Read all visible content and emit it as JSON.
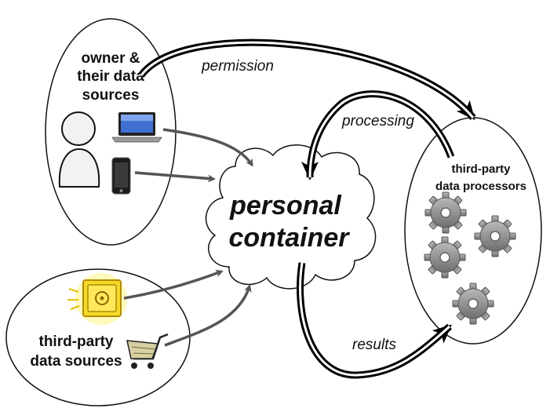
{
  "nodes": {
    "owner_line1": "owner &",
    "owner_line2": "their data",
    "owner_line3": "sources",
    "container_line1": "personal",
    "container_line2": "container",
    "processors_line1": "third-party",
    "processors_line2": "data processors",
    "sources_line1": "third-party",
    "sources_line2": "data sources"
  },
  "edges": {
    "permission": "permission",
    "processing": "processing",
    "results": "results"
  },
  "icons": [
    "person-icon",
    "laptop-icon",
    "phone-icon",
    "safe-icon",
    "shopping-cart-icon",
    "gear-icon"
  ]
}
